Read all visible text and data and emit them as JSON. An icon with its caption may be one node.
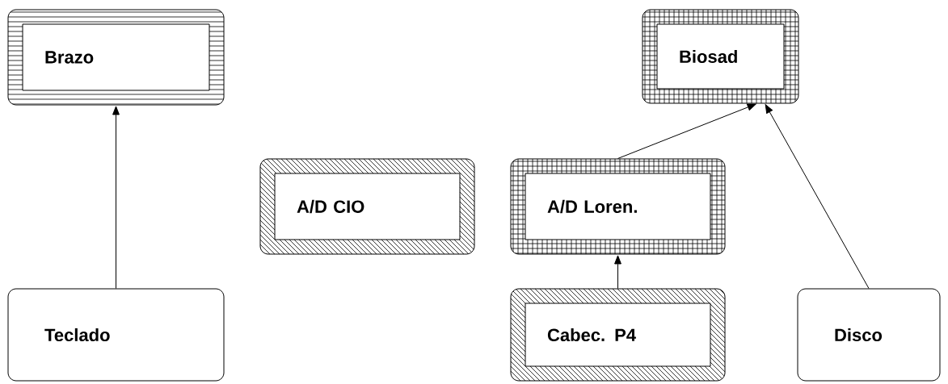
{
  "diagram": {
    "nodes": [
      {
        "text": [
          "Brazo"
        ]
      },
      {
        "text": [
          "Biosad"
        ]
      },
      {
        "text": [
          "A/D CIO"
        ]
      },
      {
        "text": [
          "A/D Loren."
        ]
      },
      {
        "text": [
          "Teclado"
        ]
      },
      {
        "text": [
          "Cabec. P4"
        ]
      },
      {
        "text": [
          "Disco"
        ]
      }
    ],
    "edges": [
      {
        "from": 4,
        "to": 0,
        "arrow": "to"
      },
      {
        "from": 3,
        "to": 1,
        "arrow": "to"
      },
      {
        "from": 6,
        "to": 1,
        "arrow": "to"
      },
      {
        "from": 5,
        "to": 3,
        "arrow": "to"
      }
    ]
  }
}
